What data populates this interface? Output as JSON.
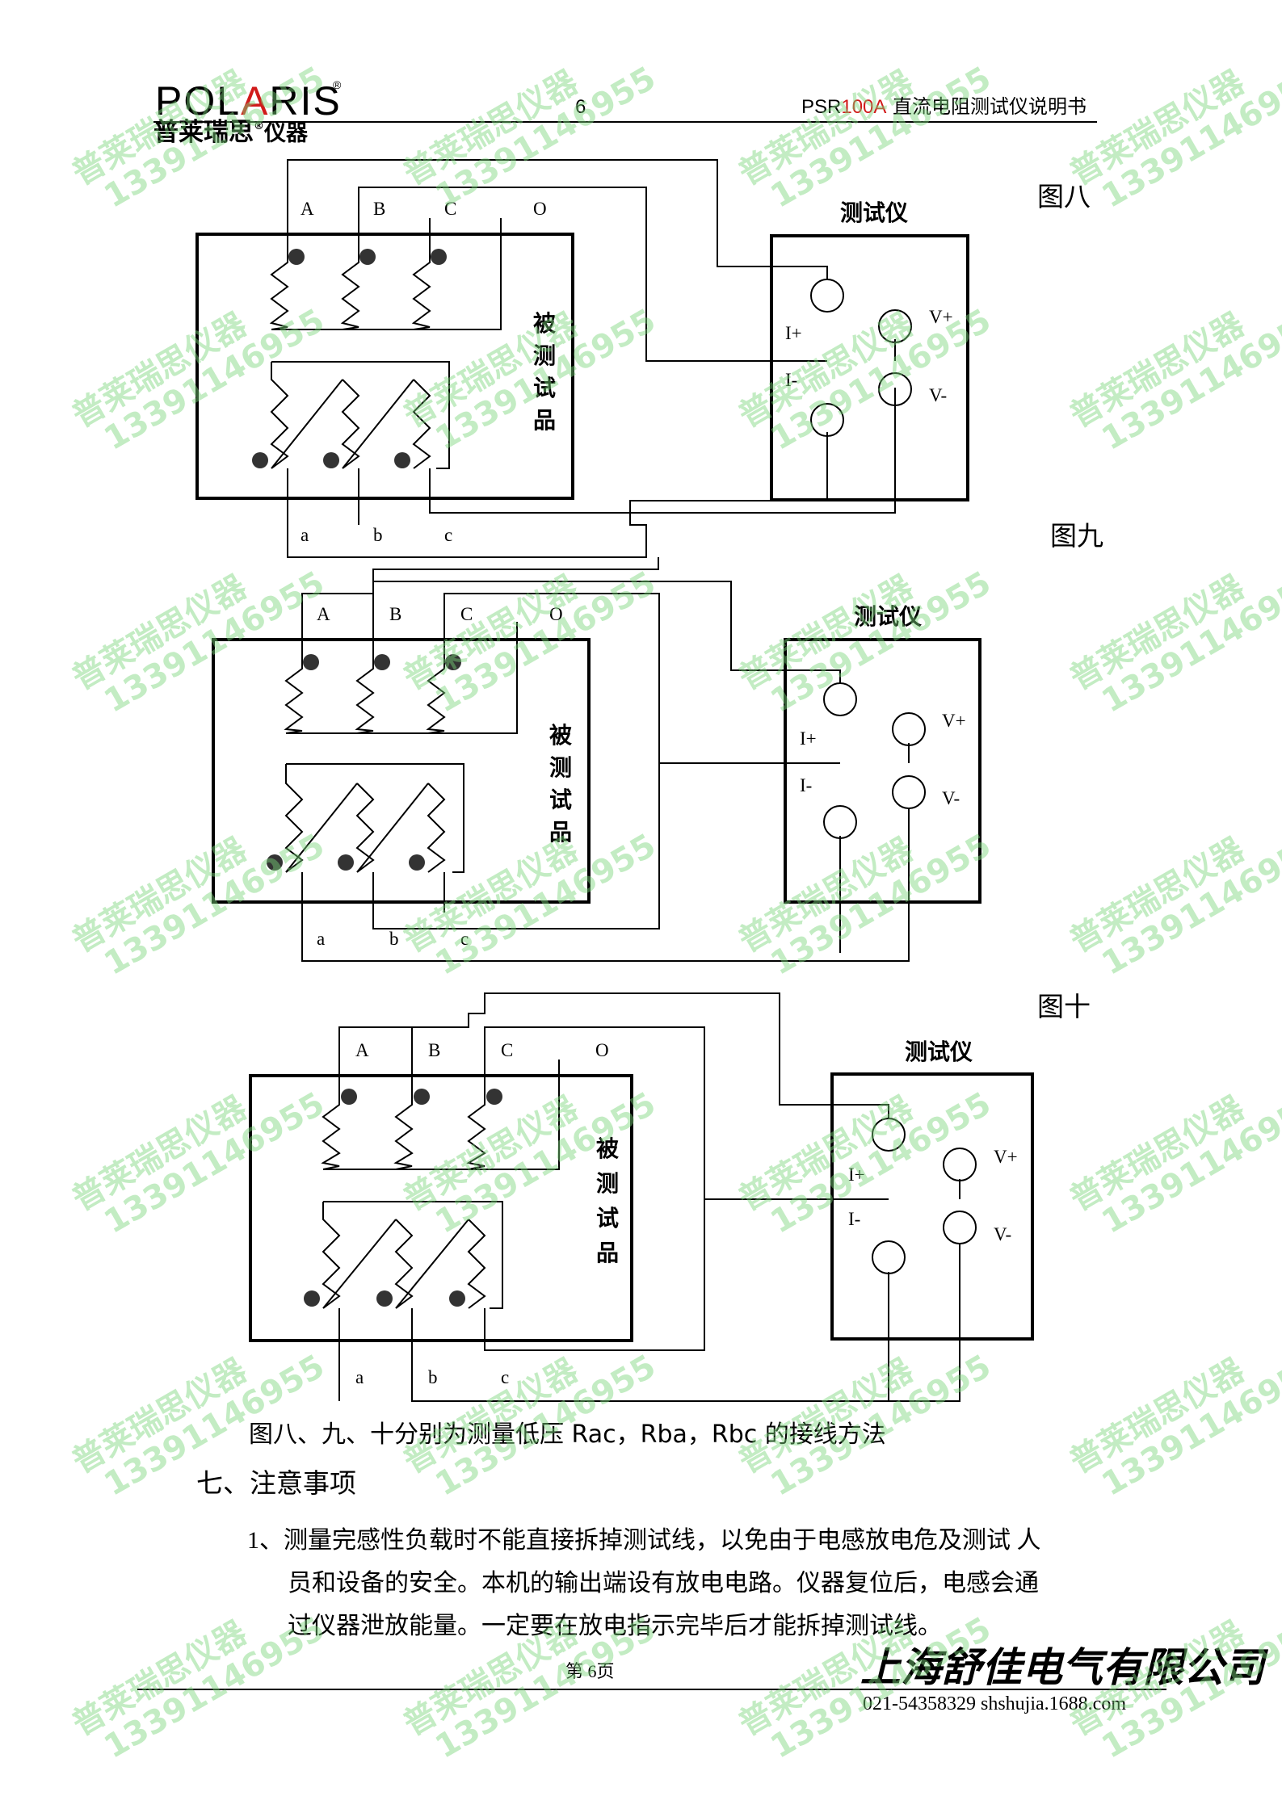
{
  "header": {
    "logo_en": "POL",
    "logo_en_mid": "A",
    "logo_en_end": "RIS",
    "logo_reg": "®",
    "logo_cn": "普莱瑞思",
    "logo_cn_reg": "®",
    "logo_cn_suffix": "仪器",
    "page_number": "6",
    "doc_title_prefix": "PSR",
    "doc_title_model": "100A",
    "doc_title_suffix": " 直流电阻测试仪说明书",
    "accent_color": "#d11a1a"
  },
  "figures": {
    "fig8": {
      "label": "图八",
      "terminals_top": [
        "A",
        "B",
        "C",
        "O"
      ],
      "terminals_bottom": [
        "a",
        "b",
        "c"
      ],
      "dut_label": [
        "被",
        "测",
        "试",
        "品"
      ],
      "device_title": "测试仪",
      "ports": {
        "i_plus": "I+",
        "i_minus": "I-",
        "v_plus": "V+",
        "v_minus": "V-"
      }
    },
    "fig9": {
      "label": "图九",
      "terminals_top": [
        "A",
        "B",
        "C",
        "O"
      ],
      "terminals_bottom": [
        "a",
        "b",
        "c"
      ],
      "dut_label": [
        "被",
        "测",
        "试",
        "品"
      ],
      "device_title": "测试仪",
      "ports": {
        "i_plus": "I+",
        "i_minus": "I-",
        "v_plus": "V+",
        "v_minus": "V-"
      }
    },
    "fig10": {
      "label": "图十",
      "terminals_top": [
        "A",
        "B",
        "C",
        "O"
      ],
      "terminals_bottom": [
        "a",
        "b",
        "c"
      ],
      "dut_label": [
        "被",
        "测",
        "试",
        "品"
      ],
      "device_title": "测试仪",
      "ports": {
        "i_plus": "I+",
        "i_minus": "I-",
        "v_plus": "V+",
        "v_minus": "V-"
      }
    }
  },
  "caption": "图八、九、十分别为测量低压 Rac，Rba，Rbc 的接线方法",
  "section_title": "七、注意事项",
  "notes": [
    {
      "lines": [
        "1、测量完感性负载时不能直接拆掉测试线，以免由于电感放电危及测试  人",
        "员和设备的安全。本机的输出端设有放电电路。仪器复位后，电感会通",
        "过仪器泄放能量。一定要在放电指示完毕后才能拆掉测试线。"
      ]
    }
  ],
  "footer": {
    "page_label": "第 6页",
    "company_signature": "上海舒佳电气有限公司",
    "contact": "021-54358329 shshujia.1688.com"
  },
  "watermark": {
    "line1": "普莱瑞思仪器",
    "line2": "13391146955",
    "color": "#7bd67b"
  }
}
